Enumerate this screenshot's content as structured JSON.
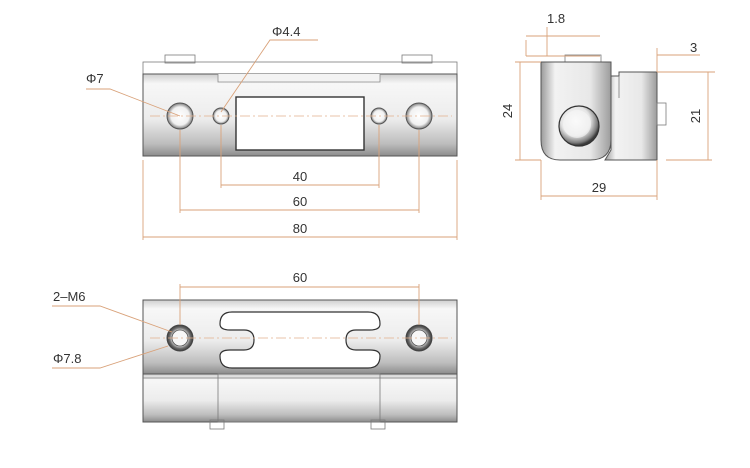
{
  "colors": {
    "dimension_line": "#d9a27a",
    "text": "#333333",
    "metal_dark": "#8a8a8a",
    "metal_light": "#f4f4f4",
    "outline": "#555555"
  },
  "front_view": {
    "hole_large_label": "Φ7",
    "hole_small_label": "Φ4.4",
    "dim_hole_spacing_small": "40",
    "dim_hole_spacing_large": "60",
    "dim_total_length": "80"
  },
  "side_view": {
    "dim_tab_height": "1.8",
    "dim_offset": "3",
    "dim_height_left": "24",
    "dim_height_right": "21",
    "dim_width": "29"
  },
  "bottom_view": {
    "dim_hole_spacing": "60",
    "thread_label": "2–M6",
    "counterbore_label": "Φ7.8"
  }
}
